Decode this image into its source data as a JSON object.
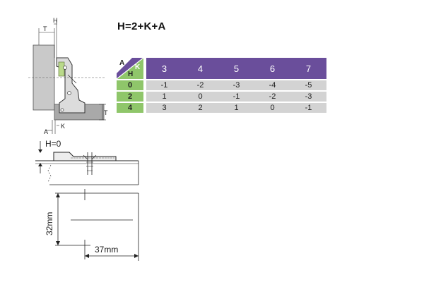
{
  "formula": "H=2+K+A",
  "hinge_labels": {
    "H": "H",
    "T_top": "T",
    "T_side": "T",
    "A": "A",
    "K": "K"
  },
  "plate": {
    "label": "H=0"
  },
  "drilling": {
    "dim_vertical": "32mm",
    "dim_horizontal": "37mm"
  },
  "table": {
    "corner": {
      "a": "A",
      "k": "K",
      "h": "H"
    },
    "k_values": [
      "3",
      "4",
      "5",
      "6",
      "7"
    ],
    "rows": [
      {
        "a": "0",
        "values": [
          "-1",
          "-2",
          "-3",
          "-4",
          "-5"
        ]
      },
      {
        "a": "2",
        "values": [
          "1",
          "0",
          "-1",
          "-2",
          "-3"
        ]
      },
      {
        "a": "4",
        "values": [
          "3",
          "2",
          "1",
          "0",
          "-1"
        ]
      }
    ]
  },
  "colors": {
    "header": "#6a4e9b",
    "row_header": "#8fc66a",
    "cell": "#d3d3d3"
  }
}
